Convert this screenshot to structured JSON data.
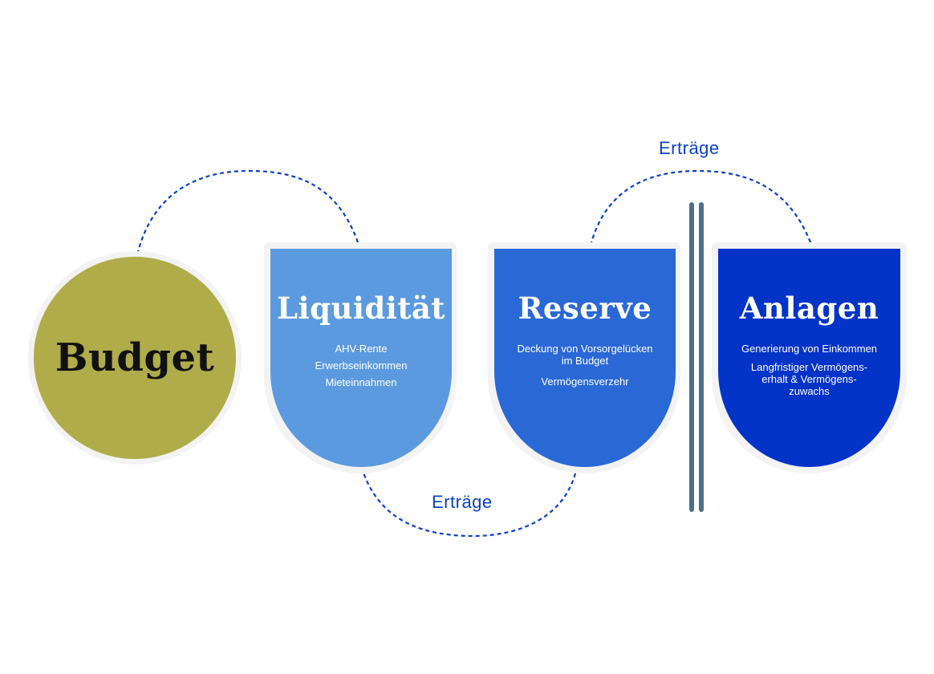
{
  "colors": {
    "budget": "#b0ac4a",
    "liquiditaet": "#5b9ade",
    "reserve": "#2a68d6",
    "anlagen": "#0433c8",
    "arrow": "#0a3fc4",
    "divider": "#4f6f88"
  },
  "nodes": {
    "budget": {
      "title": "Budget"
    },
    "liquiditaet": {
      "title": "Liquidität",
      "lines": [
        "AHV-Rente",
        "Erwerbseinkommen",
        "Mieteinnahmen"
      ]
    },
    "reserve": {
      "title": "Reserve",
      "line1a": "Deckung von Vorsorgelücken",
      "line1b": "im Budget",
      "line2": "Vermögensverzehr"
    },
    "anlagen": {
      "title": "Anlagen",
      "line1": "Generierung von Einkommen",
      "line2a": "Langfristiger Vermögens-",
      "line2b": "erhalt & Vermögens-",
      "line2c": "zuwachs"
    }
  },
  "edges": {
    "top_label": "Erträge",
    "bottom_label": "Erträge"
  }
}
